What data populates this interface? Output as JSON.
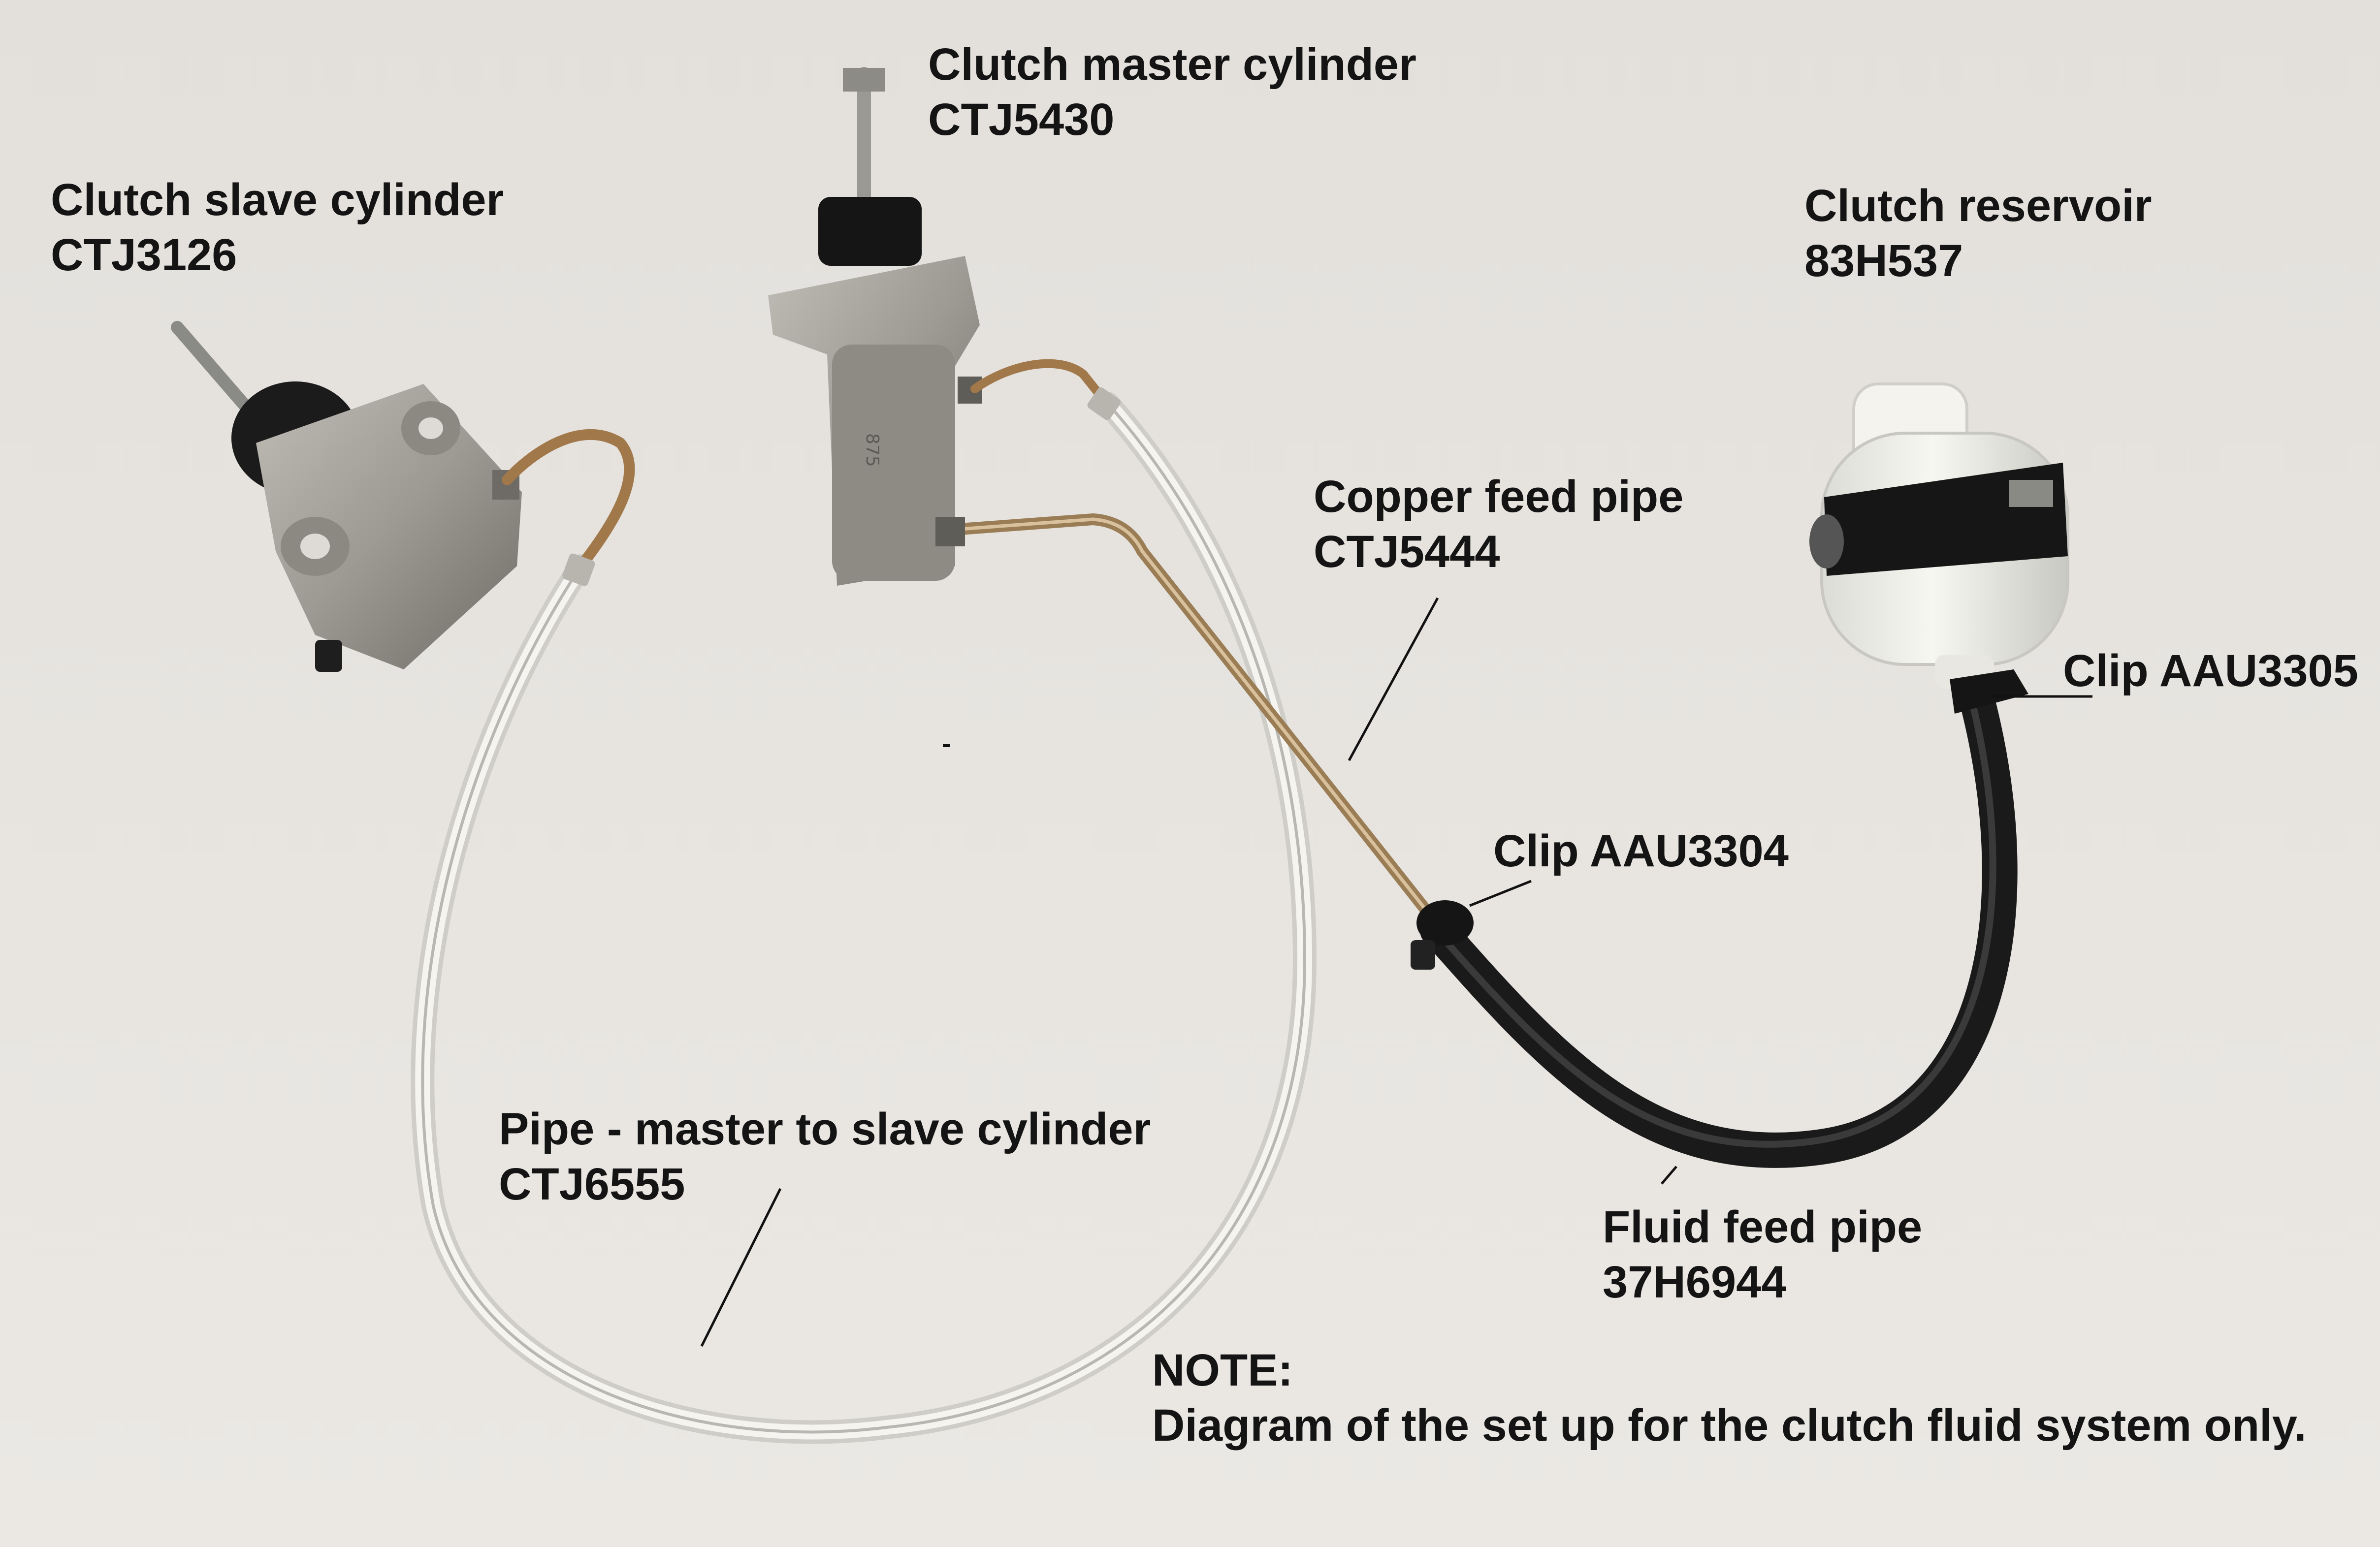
{
  "labels": {
    "slave_cylinder": {
      "name": "Clutch slave cylinder",
      "part": "CTJ3126"
    },
    "master_cylinder": {
      "name": "Clutch master cylinder",
      "part": "CTJ5430"
    },
    "reservoir": {
      "name": "Clutch reservoir",
      "part": "83H537"
    },
    "copper_feed_pipe": {
      "name": "Copper feed pipe",
      "part": "CTJ5444"
    },
    "clip_reservoir": {
      "name": "Clip AAU3305"
    },
    "clip_feed": {
      "name": "Clip AAU3304"
    },
    "master_to_slave_pipe": {
      "name": "Pipe - master to slave cylinder",
      "part": "CTJ6555"
    },
    "fluid_feed_pipe": {
      "name": "Fluid feed pipe",
      "part": "37H6944"
    }
  },
  "note": {
    "heading": "NOTE:",
    "text": "Diagram of the set up for the clutch fluid system only."
  }
}
